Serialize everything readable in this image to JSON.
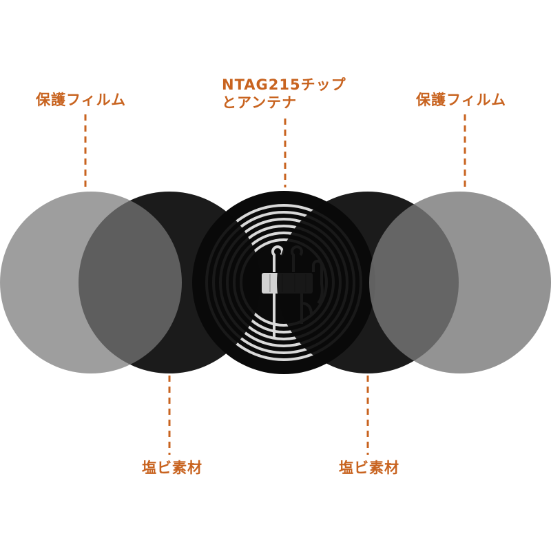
{
  "labels": {
    "film_left": "保護フィルム",
    "film_right": "保護フィルム",
    "chip_line1": "NTAG215チップ",
    "chip_line2": "とアンテナ",
    "pvc_left": "塩ビ素材",
    "pvc_right": "塩ビ素材"
  },
  "colors": {
    "accent": "#c8631f",
    "film": "#7a7a7a",
    "pvc": "#0d0d0d",
    "antenna": "#d9d9d9"
  }
}
